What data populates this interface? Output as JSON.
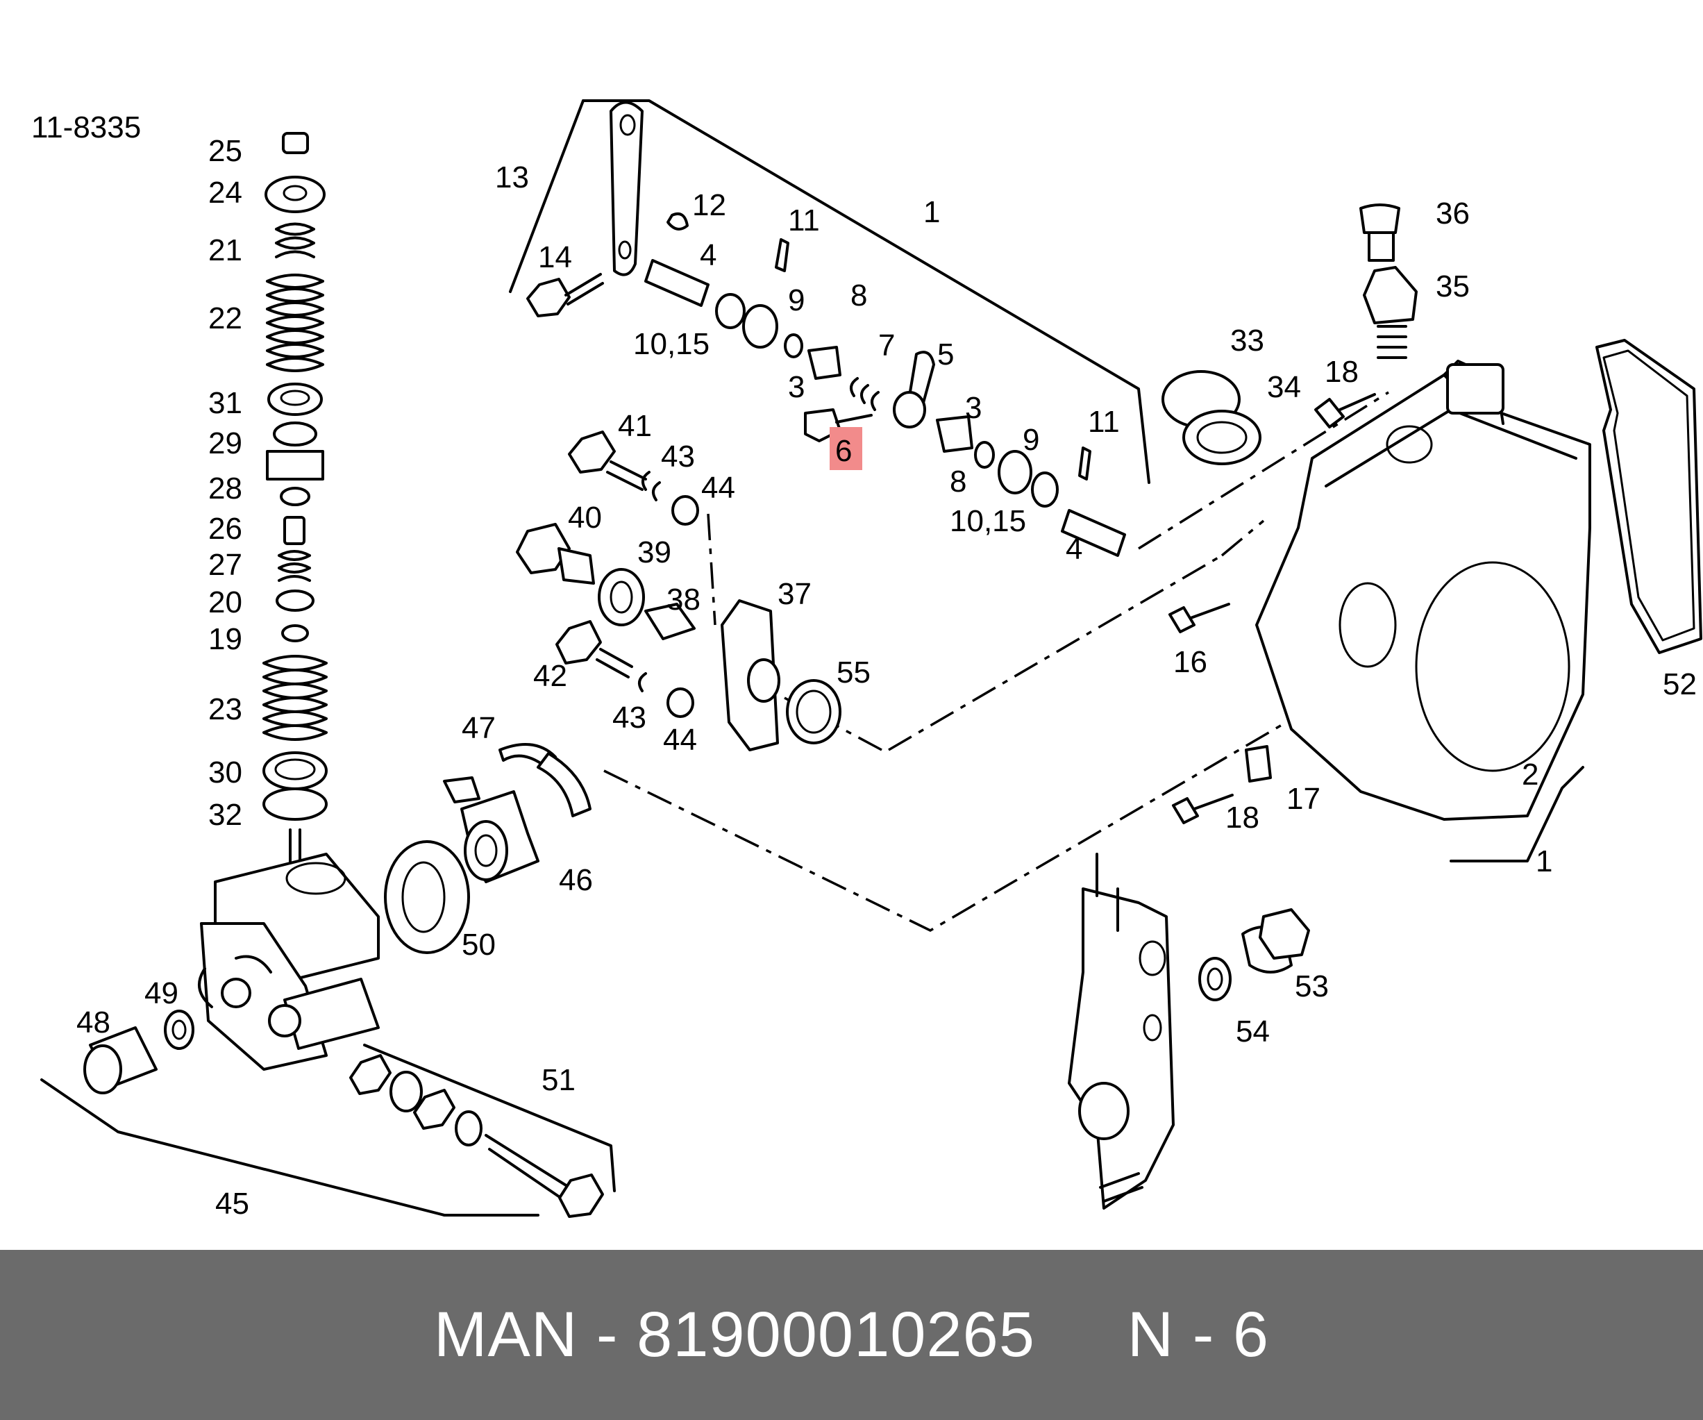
{
  "diagram": {
    "ref_code": "11-8335",
    "highlighted_label": "6",
    "labels": [
      "25",
      "24",
      "21",
      "22",
      "31",
      "29",
      "28",
      "26",
      "27",
      "20",
      "19",
      "23",
      "30",
      "32",
      "13",
      "14",
      "12",
      "4",
      "11",
      "1",
      "9",
      "8",
      "10,15",
      "7",
      "5",
      "3",
      "6",
      "3",
      "9",
      "11",
      "8",
      "10,15",
      "4",
      "41",
      "43",
      "44",
      "40",
      "39",
      "38",
      "37",
      "42",
      "43",
      "44",
      "55",
      "47",
      "46",
      "50",
      "49",
      "48",
      "51",
      "45",
      "36",
      "35",
      "33",
      "34",
      "18",
      "16",
      "52",
      "17",
      "18",
      "2",
      "1",
      "53",
      "54"
    ],
    "colors": {
      "highlight": "#f28b8b",
      "footer_bg": "#6b6b6b",
      "footer_text": "#ffffff"
    }
  },
  "footer": {
    "text": "MAN - 81900010265     N - 6"
  }
}
